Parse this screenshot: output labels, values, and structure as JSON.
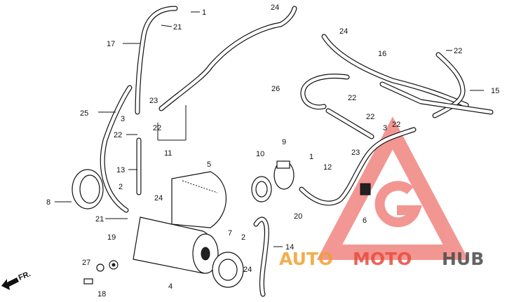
{
  "diagram": {
    "callouts": [
      {
        "id": "c1a",
        "text": "1"
      },
      {
        "id": "c1b",
        "text": "1"
      },
      {
        "id": "c2a",
        "text": "2"
      },
      {
        "id": "c2b",
        "text": "2"
      },
      {
        "id": "c3a",
        "text": "3"
      },
      {
        "id": "c3b",
        "text": "3"
      },
      {
        "id": "c4",
        "text": "4"
      },
      {
        "id": "c5",
        "text": "5"
      },
      {
        "id": "c6",
        "text": "6"
      },
      {
        "id": "c7",
        "text": "7"
      },
      {
        "id": "c8",
        "text": "8"
      },
      {
        "id": "c9",
        "text": "9"
      },
      {
        "id": "c10",
        "text": "10"
      },
      {
        "id": "c11",
        "text": "11"
      },
      {
        "id": "c12",
        "text": "12"
      },
      {
        "id": "c13",
        "text": "13"
      },
      {
        "id": "c14",
        "text": "14"
      },
      {
        "id": "c15",
        "text": "15"
      },
      {
        "id": "c16",
        "text": "16"
      },
      {
        "id": "c17",
        "text": "17"
      },
      {
        "id": "c18",
        "text": "18"
      },
      {
        "id": "c19",
        "text": "19"
      },
      {
        "id": "c20",
        "text": "20"
      },
      {
        "id": "c21a",
        "text": "21"
      },
      {
        "id": "c21b",
        "text": "21"
      },
      {
        "id": "c22a",
        "text": "22"
      },
      {
        "id": "c22b",
        "text": "22"
      },
      {
        "id": "c22c",
        "text": "22"
      },
      {
        "id": "c22d",
        "text": "22"
      },
      {
        "id": "c22e",
        "text": "22"
      },
      {
        "id": "c22f",
        "text": "22"
      },
      {
        "id": "c23a",
        "text": "23"
      },
      {
        "id": "c23b",
        "text": "23"
      },
      {
        "id": "c24a",
        "text": "24"
      },
      {
        "id": "c24b",
        "text": "24"
      },
      {
        "id": "c24c",
        "text": "24"
      },
      {
        "id": "c24d",
        "text": "24"
      },
      {
        "id": "c25",
        "text": "25"
      },
      {
        "id": "c26",
        "text": "26"
      },
      {
        "id": "c27",
        "text": "27"
      }
    ],
    "front_marker": "FR.",
    "watermark": {
      "part1": "AUTO",
      "part2": "MOTO",
      "part3": "HUB",
      "colors": {
        "auto": "#f0a030",
        "moto": "#e84c3d",
        "hub": "#4a4a4a",
        "triangle": "#e8423a"
      }
    }
  }
}
